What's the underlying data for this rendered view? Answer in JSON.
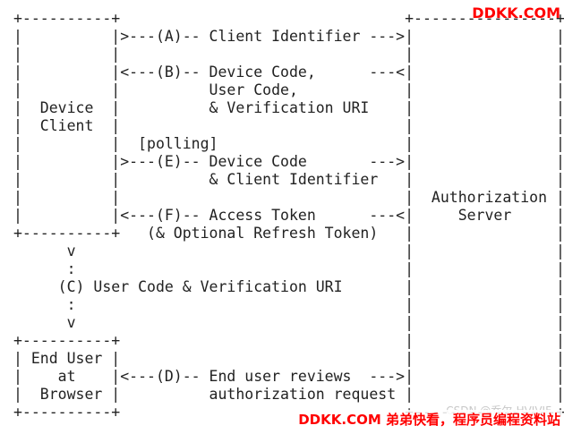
{
  "diagram": {
    "lines": [
      "+----------+                                +----------------+",
      "|          |>---(A)-- Client Identifier --->|                |",
      "|          |                                |                |",
      "|          |<---(B)-- Device Code,      ---<|                |",
      "|          |          User Code,            |                |",
      "|  Device  |          & Verification URI    |                |",
      "|  Client  |                                |                |",
      "|          |  [polling]                     |                |",
      "|          |>---(E)-- Device Code       --->|                |",
      "|          |          & Client Identifier   |                |",
      "|          |                                |  Authorization |",
      "|          |<---(F)-- Access Token      ---<|     Server     |",
      "+----------+   (& Optional Refresh Token)   |                |",
      "      v                                     |                |",
      "      :                                     |                |",
      "     (C) User Code & Verification URI       |                |",
      "      :                                     |                |",
      "      v                                     |                |",
      "+----------+                                |                |",
      "| End User |                                |                |",
      "|    at    |<---(D)-- End user reviews  --->|                |",
      "|  Browser |          authorization request |                |",
      "+----------+                                +----------------+"
    ]
  },
  "watermark": {
    "top": "DDKK.COM",
    "bottom": "DDKK.COM 弟弟快看，程序员编程资料站",
    "faint": "CSDN @乔尔-HVIVIF"
  },
  "colors": {
    "text": "#222222",
    "watermark": "#ff0000",
    "background": "#ffffff"
  }
}
